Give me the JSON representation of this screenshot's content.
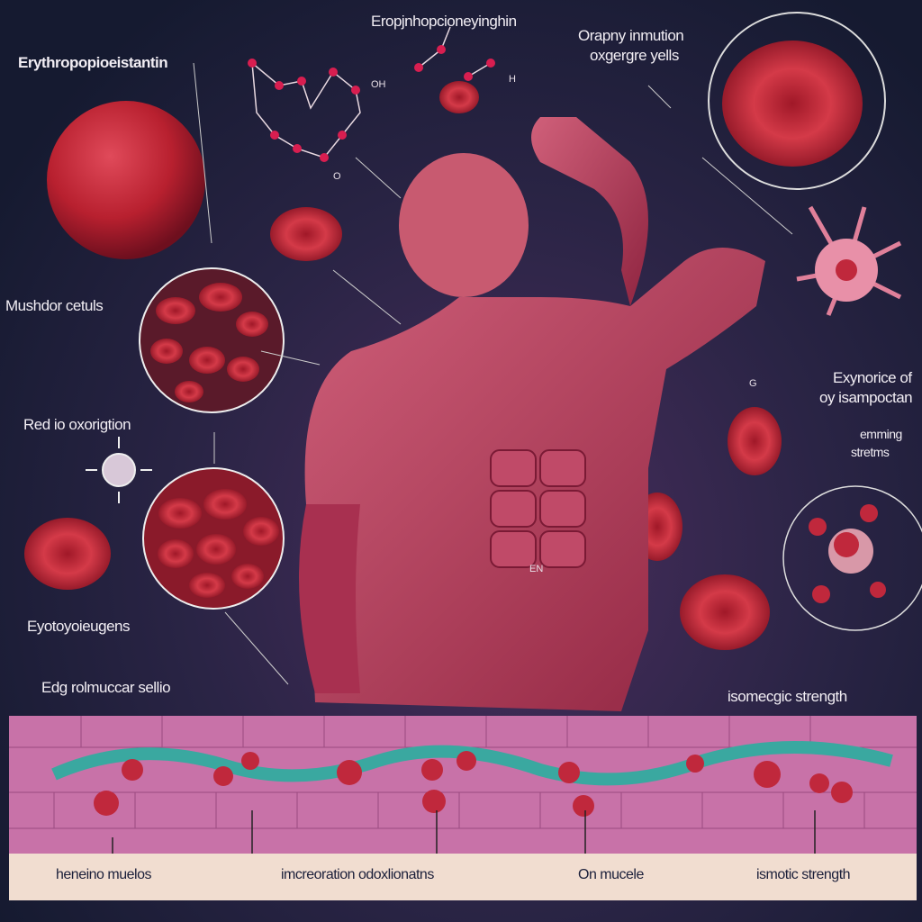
{
  "labels": {
    "top_left": "Erythropopioeistantin",
    "top_center": "Eropjnhopcioneyinghin",
    "top_right_1": "Orapny inmution",
    "top_right_2": "oxgergre yells",
    "mid_left_1": "Mushdor cetuls",
    "mid_left_2": "Red io oxorigtion",
    "mid_left_3": "Eyotoyoieugens",
    "tissue_left": "Edg rolmuccar sellio",
    "right_1": "Exynorice of",
    "right_2": "oy isampoctan",
    "right_3": "emming",
    "right_4": "stretms",
    "tissue_right": "isomecgic strength",
    "chem_oh": "OH",
    "chem_h": "H",
    "chem_o": "O",
    "chem_g": "G",
    "chest": "EN"
  },
  "bottom_labels": [
    "heneino muelos",
    "imcreoration odoxlionatns",
    "On mucele",
    "ismotic strength"
  ],
  "colors": {
    "background": "#151a30",
    "cell": "#c0283c",
    "muscle": "#b23a55",
    "tissue": "#c872a8",
    "vessel": "#3aa8a0",
    "strip": "#f1ddd0"
  }
}
